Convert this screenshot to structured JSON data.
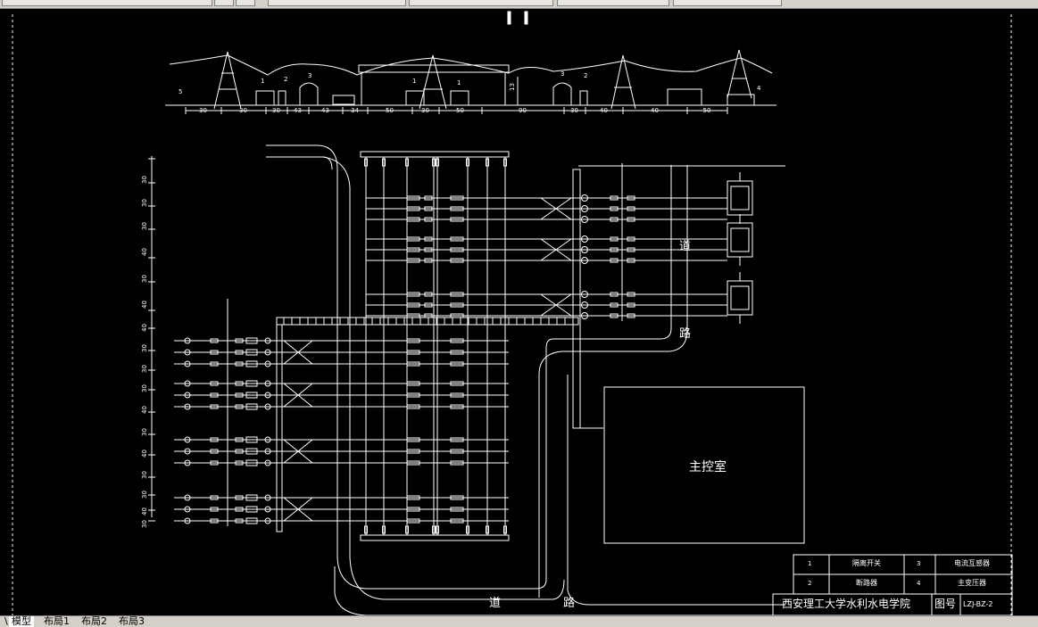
{
  "drawing": {
    "road_label_top": "道",
    "road_label_mid": "路",
    "road_label_bottom_1": "道",
    "road_label_bottom_2": "路",
    "main_control_room": "主控室",
    "section_marks": "I  I"
  },
  "elevation": {
    "dimensions": [
      "30",
      "30",
      "30",
      "43",
      "43",
      "34",
      "50",
      "30",
      "50",
      "90",
      "30",
      "40",
      "40",
      "50"
    ],
    "height_dim": "13",
    "tags": [
      "5",
      "1",
      "2",
      "3",
      "1",
      "1",
      "3",
      "2",
      "4"
    ]
  },
  "plan_dimensions": [
    "30",
    "30",
    "30",
    "40",
    "30",
    "40",
    "40",
    "30",
    "30",
    "30",
    "40",
    "30",
    "40",
    "30",
    "30",
    "40",
    "30"
  ],
  "legend": {
    "rows": [
      {
        "no_a": "1",
        "name_a": "隔离开关",
        "no_b": "3",
        "name_b": "电流互感器"
      },
      {
        "no_a": "2",
        "name_a": "断路器",
        "no_b": "4",
        "name_b": "主变压器"
      }
    ]
  },
  "title_block": {
    "institution": "西安理工大学水利水电学院",
    "drawing_no_label": "图号",
    "drawing_no": "LZJ-BZ-2"
  },
  "layout_tabs": [
    {
      "label": "模型",
      "active": true
    },
    {
      "label": "布局1",
      "active": false
    },
    {
      "label": "布局2",
      "active": false
    },
    {
      "label": "布局3",
      "active": false
    }
  ]
}
